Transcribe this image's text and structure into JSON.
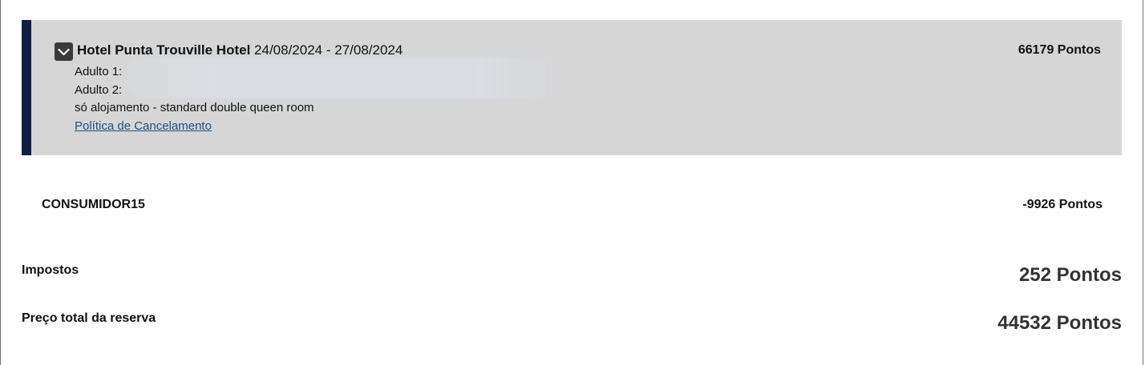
{
  "hotel": {
    "name": "Hotel Punta Trouville Hotel",
    "dates": "24/08/2024 - 27/08/2024",
    "price": "66179 Pontos",
    "guests": [
      "Adulto 1:",
      "Adulto 2:"
    ],
    "room": "só alojamento - standard double queen room",
    "cancellation_link": "Política de Cancelamento",
    "toggle_icon": "chevron-down-icon"
  },
  "discount": {
    "code": "CONSUMIDOR15",
    "value": "-9926 Pontos"
  },
  "taxes": {
    "label": "Impostos",
    "value": "252 Pontos"
  },
  "total": {
    "label": "Preço total da reserva",
    "value": "44532 Pontos"
  },
  "colors": {
    "card_bg": "#d6d6d6",
    "accent_bar": "#0d1f45",
    "link": "#1f4e89"
  }
}
